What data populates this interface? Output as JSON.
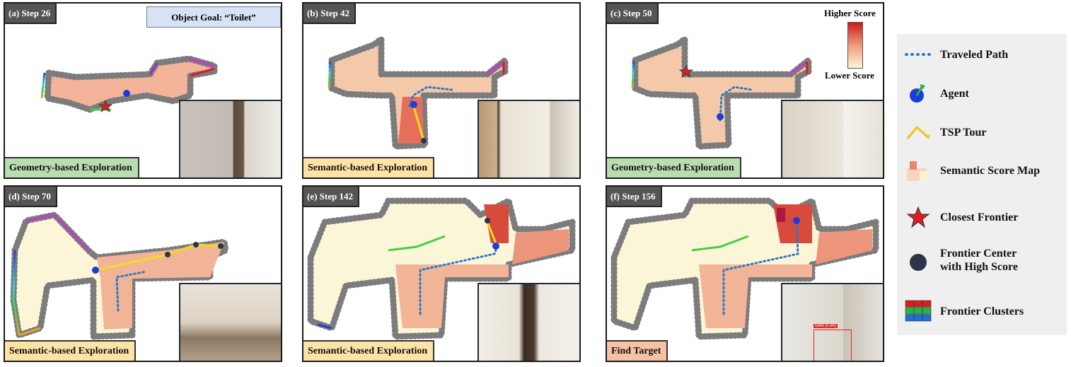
{
  "colors": {
    "geometry_tag": "#b9ddb1",
    "semantic_tag": "#fde3a6",
    "find_tag": "#f6c2a4",
    "path": "#2b7bc4",
    "agent": "#1a3dd8",
    "tsp": "#f2dc1e",
    "star": "#d81f1f",
    "frontier_center": "#2d3446",
    "obstacle": "#7c7c7c"
  },
  "object_goal": "Object Goal: “Toilet”",
  "panels": [
    {
      "step": "(a) Step 26",
      "mode": "Geometry-based Exploration",
      "mode_type": "geo"
    },
    {
      "step": "(b) Step 42",
      "mode": "Semantic-based Exploration",
      "mode_type": "sem"
    },
    {
      "step": "(c) Step 50",
      "mode": "Geometry-based Exploration",
      "mode_type": "geo"
    },
    {
      "step": "(d) Step 70",
      "mode": "Semantic-based Exploration",
      "mode_type": "sem"
    },
    {
      "step": "(e) Step 142",
      "mode": "Semantic-based Exploration",
      "mode_type": "sem"
    },
    {
      "step": "(f) Step 156",
      "mode": "Find Target",
      "mode_type": "find"
    }
  ],
  "score_bar": {
    "high": "Higher Score",
    "low": "Lower Score"
  },
  "detection_label": "toilet (0.84)",
  "legend": [
    {
      "icon": "dotted-path-icon",
      "label": "Traveled Path"
    },
    {
      "icon": "agent-icon",
      "label": "Agent"
    },
    {
      "icon": "tsp-tour-icon",
      "label": "TSP Tour"
    },
    {
      "icon": "semantic-map-icon",
      "label": "Semantic Score Map"
    },
    {
      "icon": "star-icon",
      "label": "Closest Frontier"
    },
    {
      "icon": "frontier-center-icon",
      "label": "Frontier Center with High Score"
    },
    {
      "icon": "frontier-clusters-icon",
      "label": "Frontier Clusters"
    }
  ]
}
